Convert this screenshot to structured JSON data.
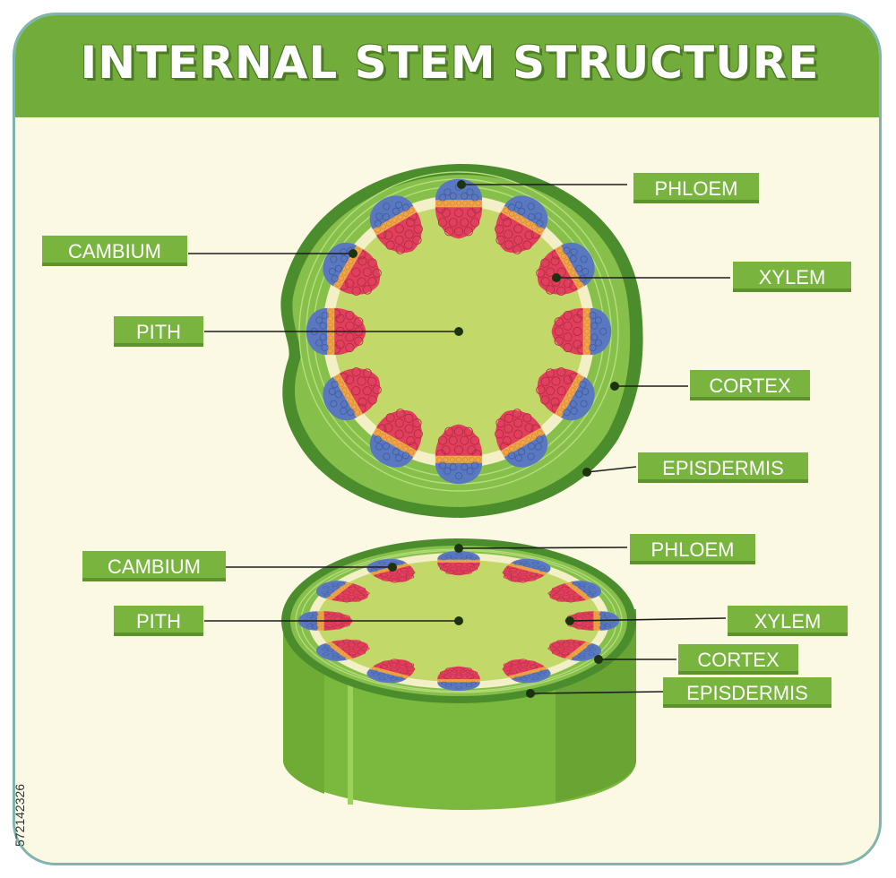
{
  "title": "INTERNAL STEM STRUCTURE",
  "stock_id": "572142326",
  "colors": {
    "header": "#72ad3c",
    "background": "#fbf8e4",
    "label_bg": "#78b43e",
    "epidermis": "#4b8d2d",
    "cortex": "#86c04a",
    "pith": "#c2d96a",
    "phloem": "#5a78c0",
    "cambium": "#f0a64a",
    "xylem": "#e0405c"
  },
  "top_view": {
    "labels": [
      {
        "id": "phloem",
        "text": "PHLOEM"
      },
      {
        "id": "cambium",
        "text": "CAMBIUM"
      },
      {
        "id": "xylem",
        "text": "XYLEM"
      },
      {
        "id": "pith",
        "text": "PITH"
      },
      {
        "id": "cortex",
        "text": "CORTEX"
      },
      {
        "id": "epidermis",
        "text": "EPISDERMIS"
      }
    ]
  },
  "side_view": {
    "labels": [
      {
        "id": "phloem",
        "text": "PHLOEM"
      },
      {
        "id": "cambium",
        "text": "CAMBIUM"
      },
      {
        "id": "pith",
        "text": "PITH"
      },
      {
        "id": "xylem",
        "text": "XYLEM"
      },
      {
        "id": "cortex",
        "text": "CORTEX"
      },
      {
        "id": "epidermis",
        "text": "EPISDERMIS"
      }
    ]
  }
}
